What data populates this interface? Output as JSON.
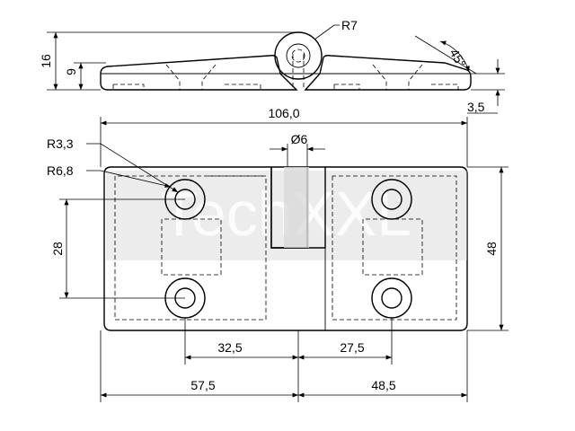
{
  "watermark": {
    "text": "TechXXL"
  },
  "side_view": {
    "radius_label": "R7",
    "height_total": "16",
    "height_leaf": "9",
    "angle": "45°",
    "thickness": "3,5"
  },
  "top_view": {
    "overall_length": "106,0",
    "pin_diameter": "Ø6",
    "hole_radius": "R3,3",
    "boss_radius": "R6,8",
    "hole_spacing_vertical": "28",
    "overall_height": "48",
    "left_hole_offset": "32,5",
    "right_hole_offset": "27,5",
    "left_leaf_length": "57,5",
    "right_leaf_length": "48,5"
  }
}
